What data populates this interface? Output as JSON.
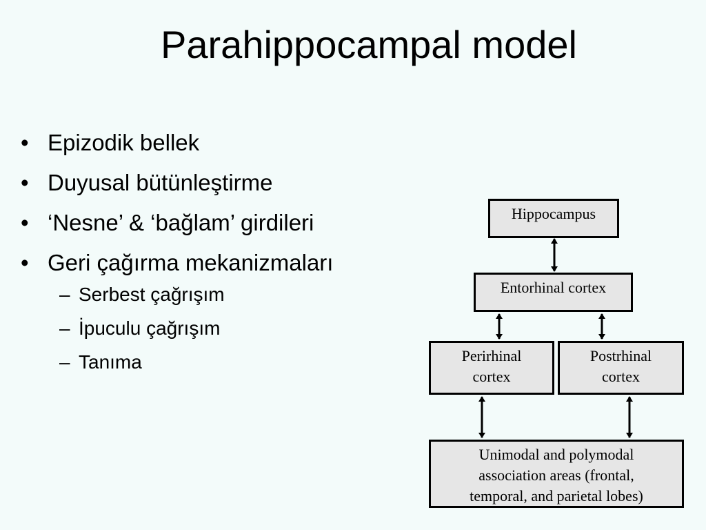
{
  "slide": {
    "title": "Parahippocampal model",
    "bullets": [
      "Epizodik bellek",
      "Duyusal bütünleştirme",
      "‘Nesne’ & ‘bağlam’ girdileri",
      "Geri çağırma mekanizmaları"
    ],
    "sub_bullets": [
      "Serbest çağrışım",
      "İpuculu çağrışım",
      "Tanıma"
    ],
    "bullet_mark": "•",
    "sub_mark": "–"
  },
  "diagram": {
    "hippocampus": "Hippocampus",
    "entorhinal": "Entorhinal cortex",
    "perirhinal_1": "Perirhinal",
    "perirhinal_2": "cortex",
    "postrhinal_1": "Postrhinal",
    "postrhinal_2": "cortex",
    "association_1": "Unimodal and polymodal",
    "association_2": "association areas (frontal,",
    "association_3": "temporal, and parietal lobes)",
    "box_fill": "#e6e6e6",
    "line_color": "#000000"
  }
}
